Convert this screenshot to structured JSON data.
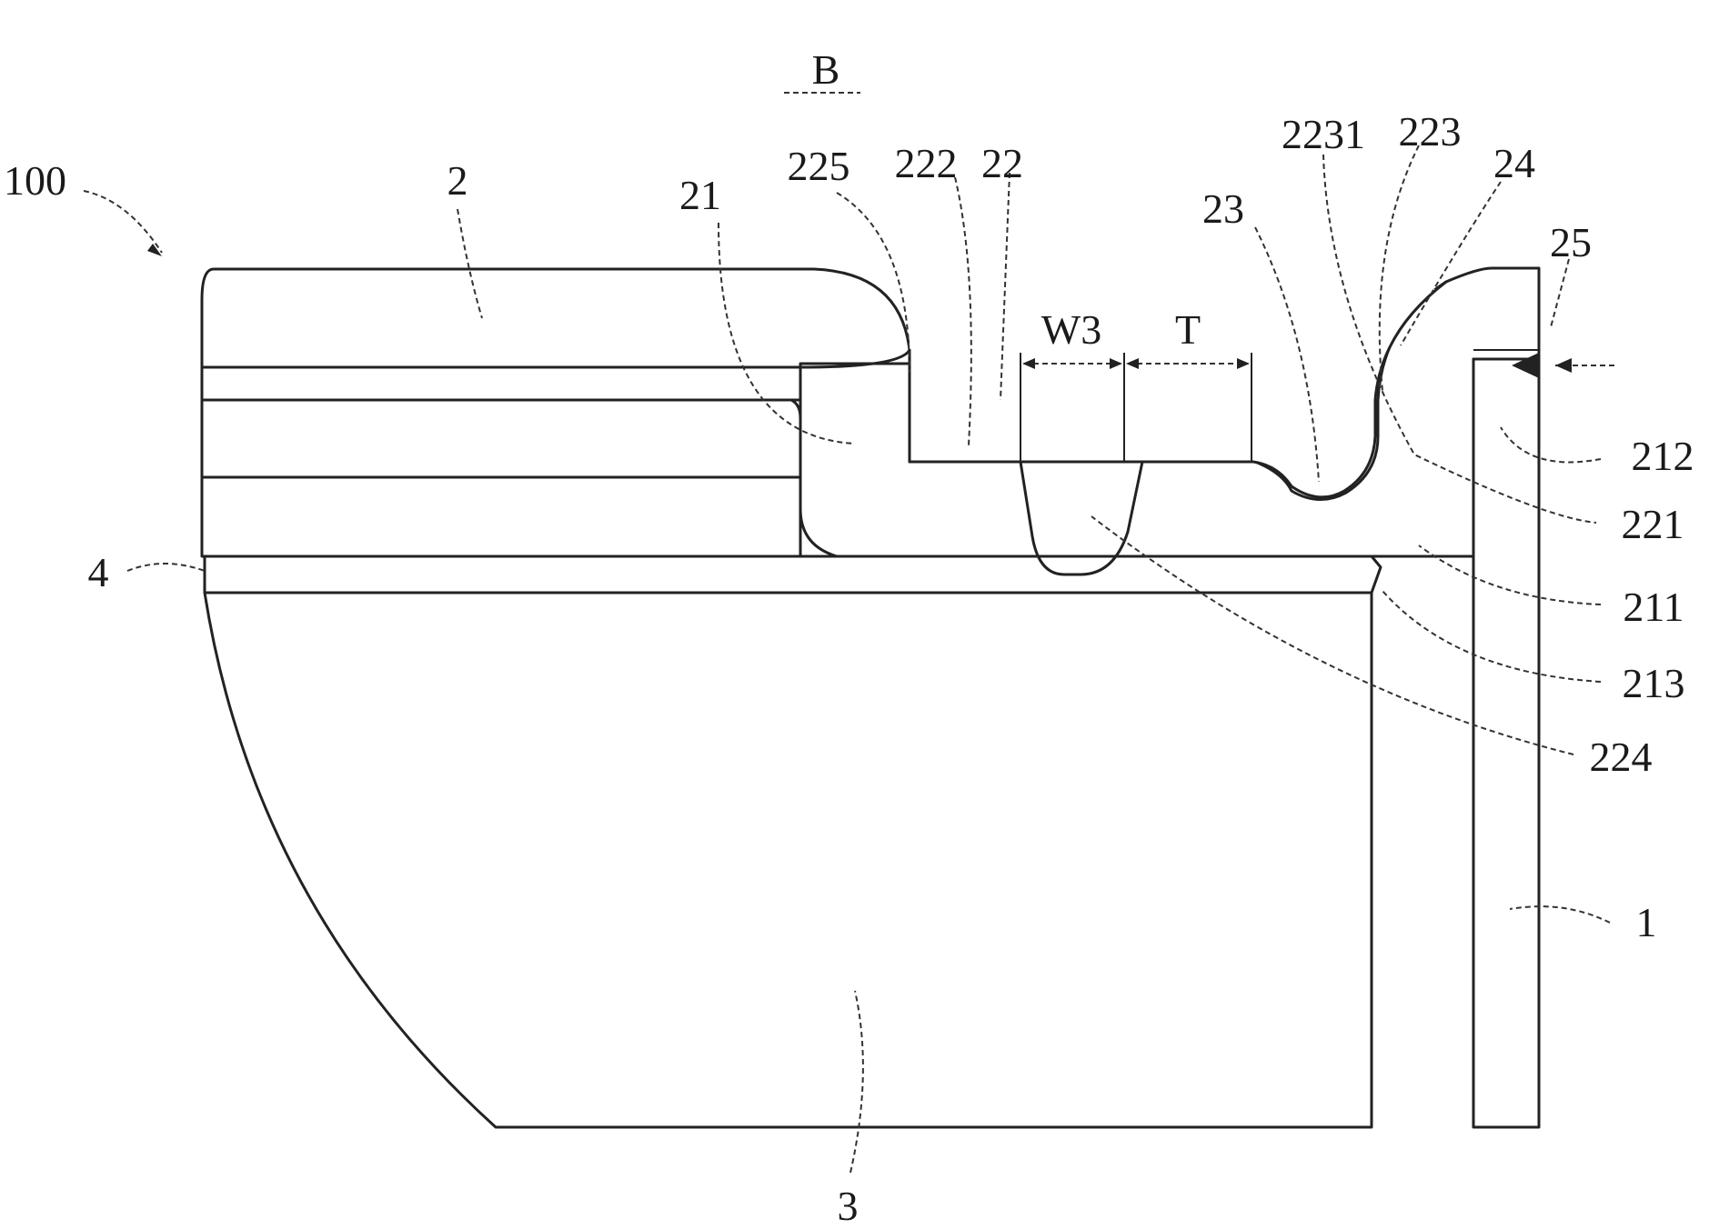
{
  "figure": {
    "section_label": "B",
    "labels": {
      "l100": "100",
      "l2": "2",
      "l21": "21",
      "l225": "225",
      "l222": "222",
      "l22": "22",
      "l23": "23",
      "l2231": "2231",
      "l223": "223",
      "l24": "24",
      "l25": "25",
      "l212": "212",
      "l221": "221",
      "l211": "211",
      "l213": "213",
      "l224": "224",
      "l4": "4",
      "l1": "1",
      "l3": "3",
      "lW3": "W3",
      "lT": "T"
    }
  }
}
